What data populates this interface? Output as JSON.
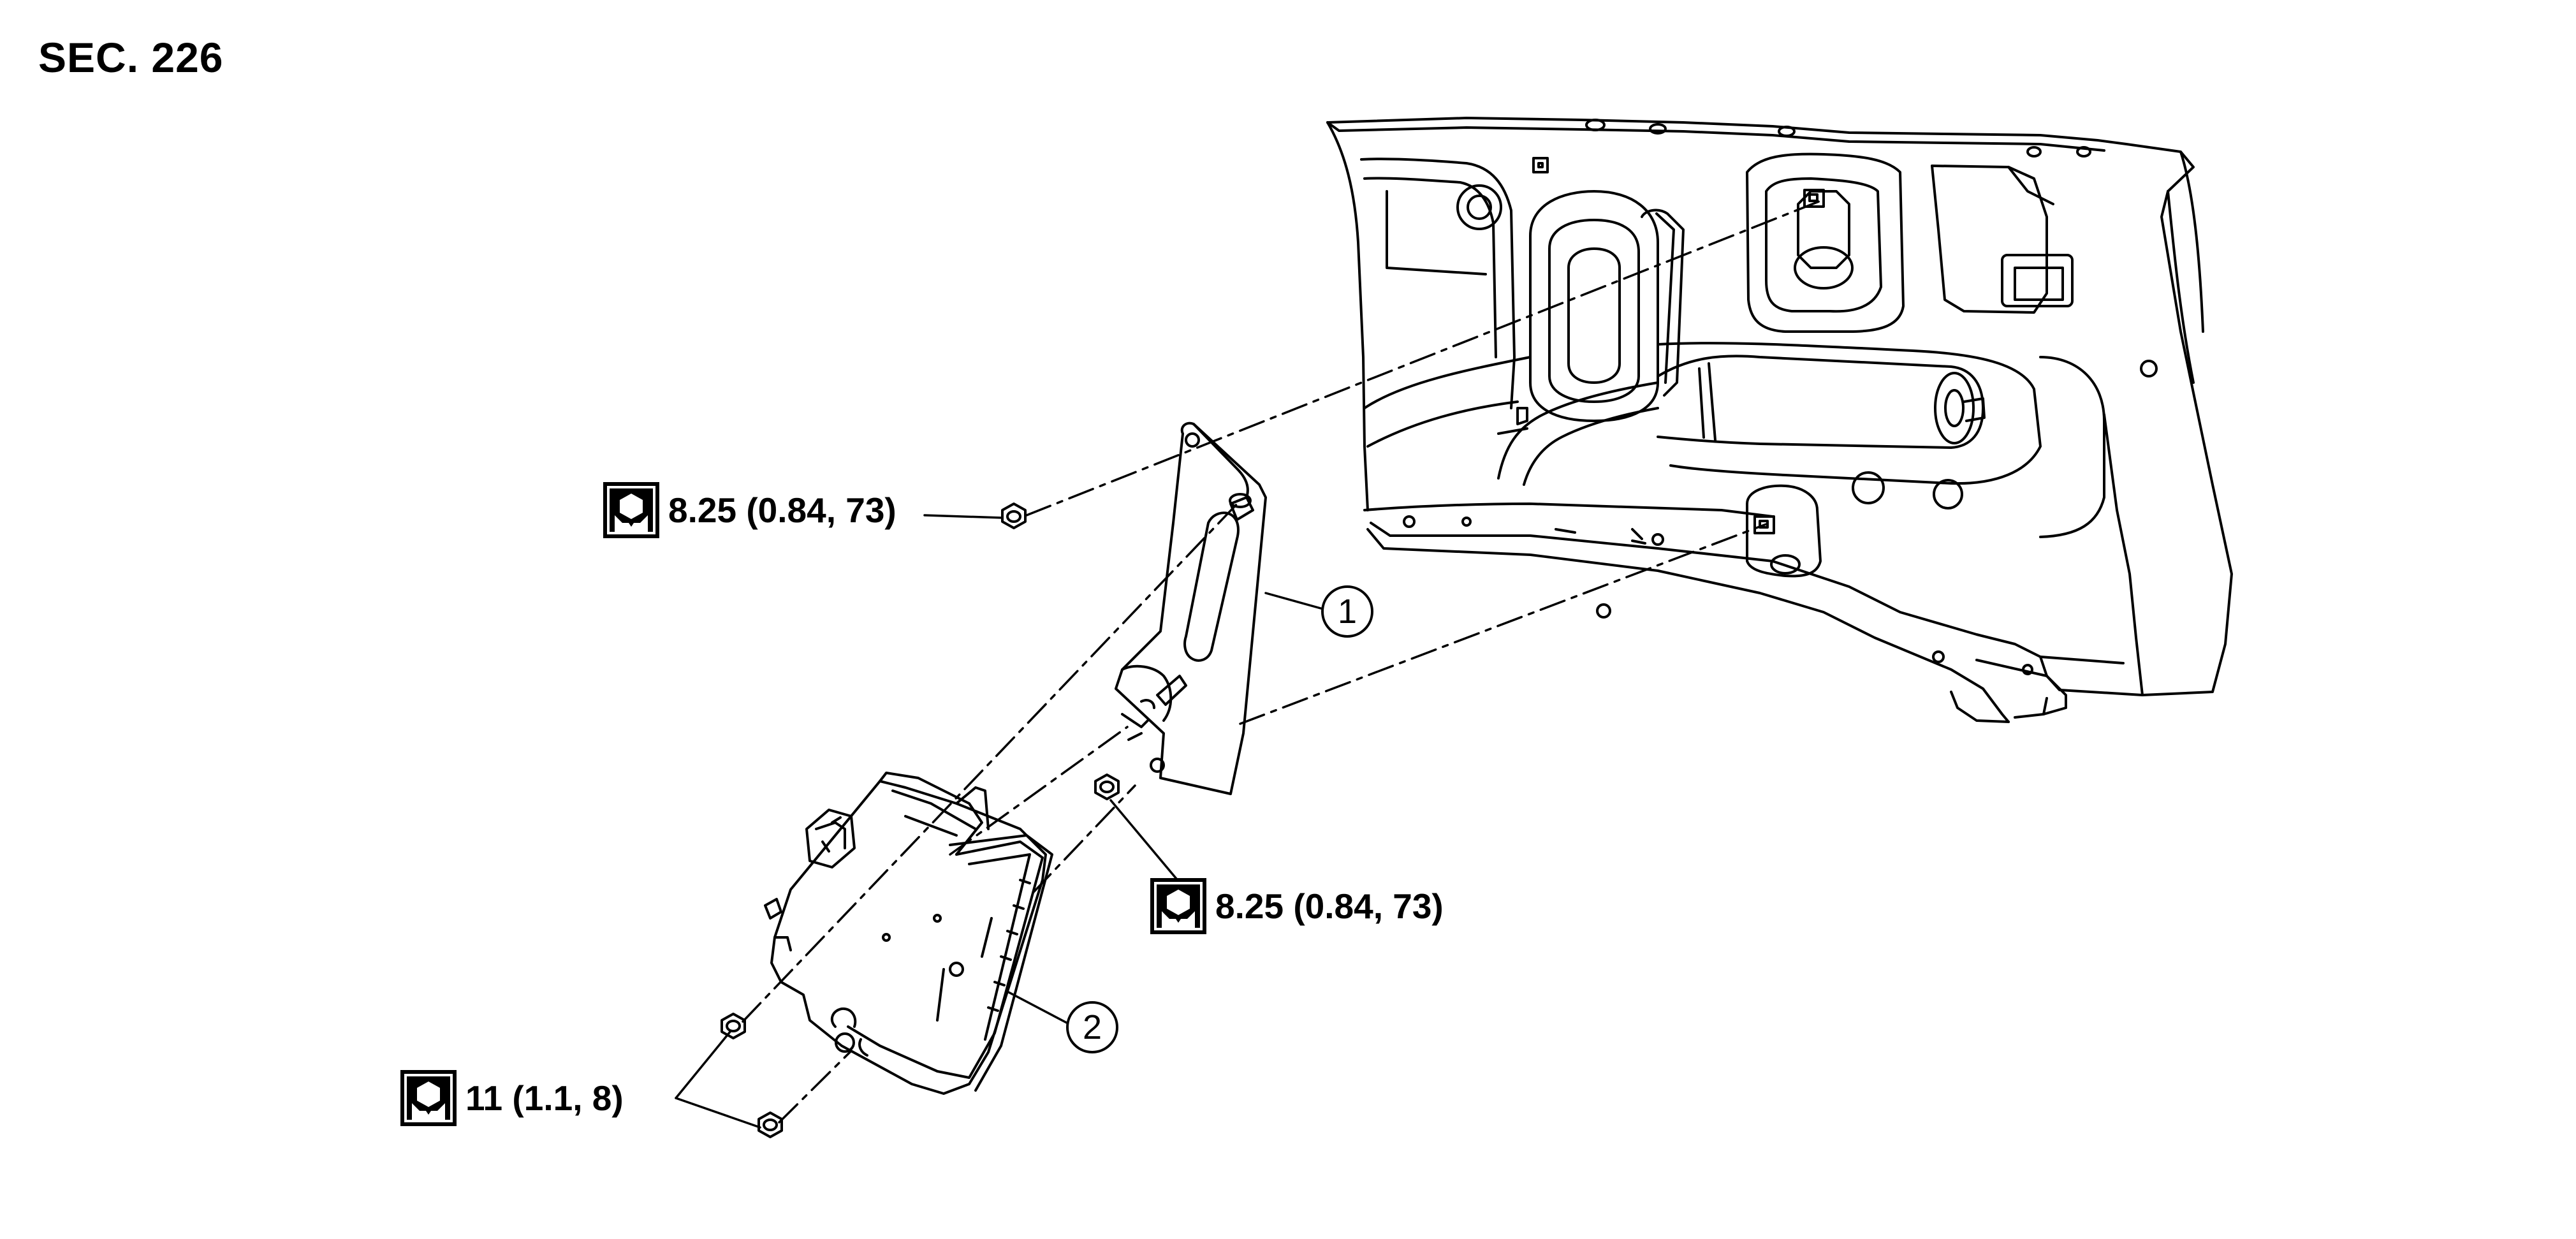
{
  "section": {
    "label": "SEC. 226"
  },
  "callouts": [
    {
      "number": "1",
      "part": "bracket"
    },
    {
      "number": "2",
      "part": "control-unit"
    }
  ],
  "torques": [
    {
      "value": "8.25 (0.84, 73)",
      "icon": "torque-wrench-icon",
      "target": "upper-bracket-bolt"
    },
    {
      "value": "8.25 (0.84, 73)",
      "icon": "torque-wrench-icon",
      "target": "lower-bracket-bolt"
    },
    {
      "value": "11 (1.1, 8)",
      "icon": "torque-wrench-icon",
      "target": "unit-mounting-nuts"
    }
  ]
}
